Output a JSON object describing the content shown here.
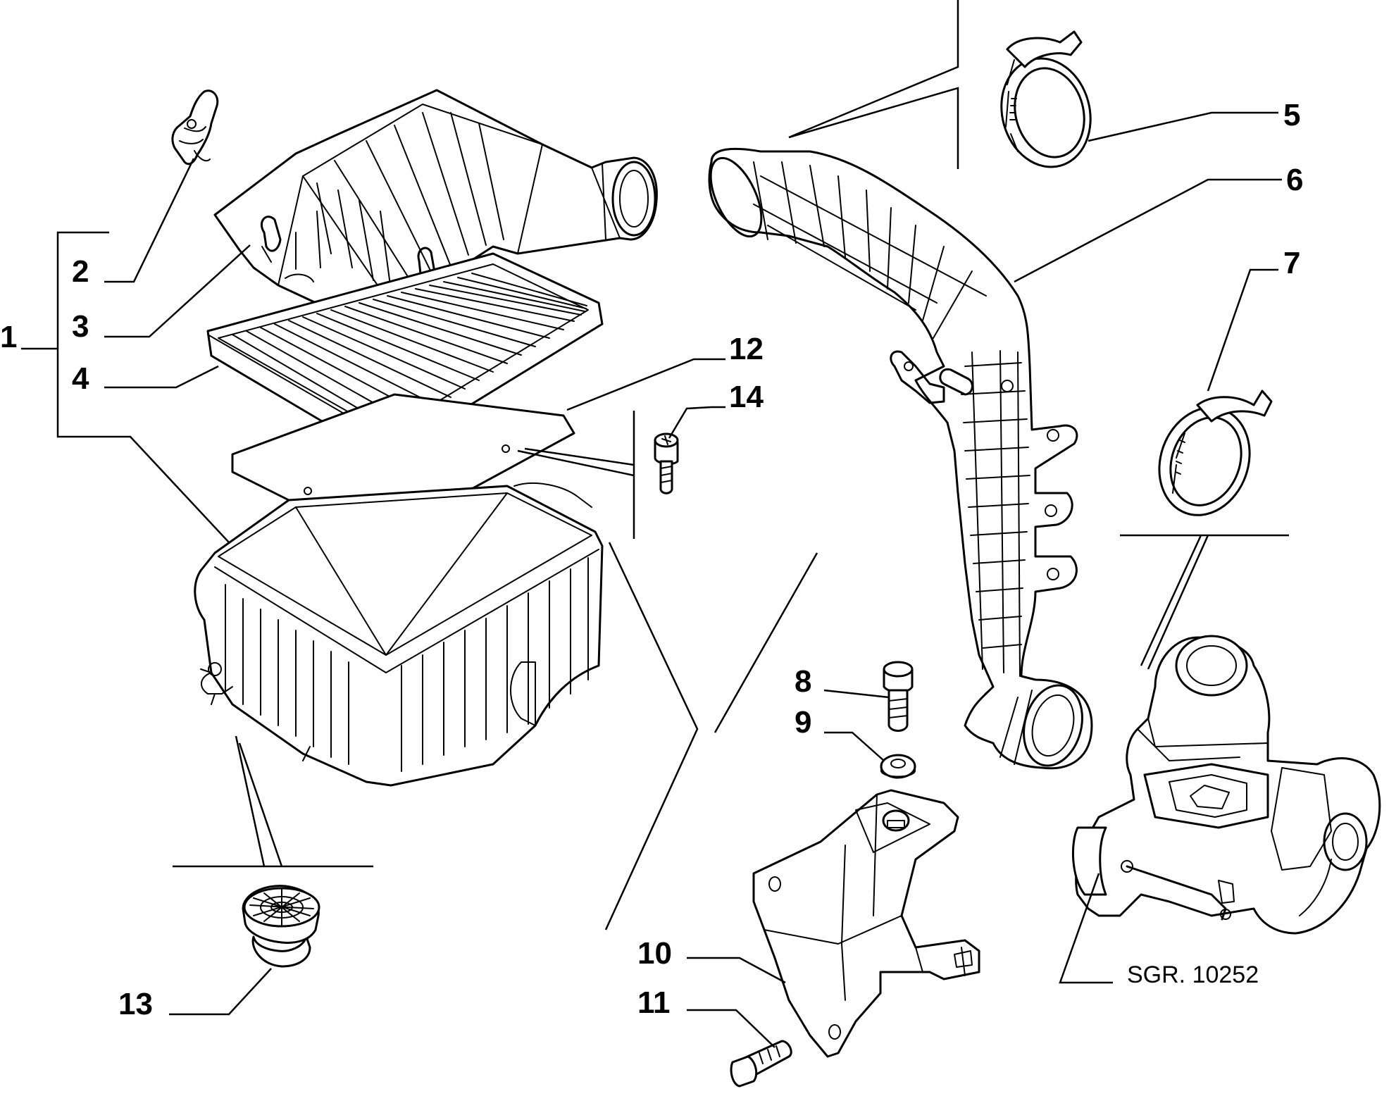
{
  "callouts": [
    "1",
    "2",
    "3",
    "4",
    "5",
    "6",
    "7",
    "8",
    "9",
    "10",
    "11",
    "12",
    "13",
    "14"
  ],
  "reference": "SGR. 10252",
  "icons": {
    "clip": "spring-clip-icon",
    "housing_cover": "air-filter-housing-cover-icon",
    "filter": "air-filter-element-icon",
    "gasket": "gasket-plate-icon",
    "housing": "air-filter-housing-icon",
    "hose": "intake-hose-icon",
    "clamp": "hose-clamp-icon",
    "bolt": "bolt-icon",
    "washer": "washer-icon",
    "bracket": "bracket-icon",
    "grommet": "rubber-grommet-icon",
    "screw": "screw-icon",
    "turbo": "turbocharger-icon"
  }
}
